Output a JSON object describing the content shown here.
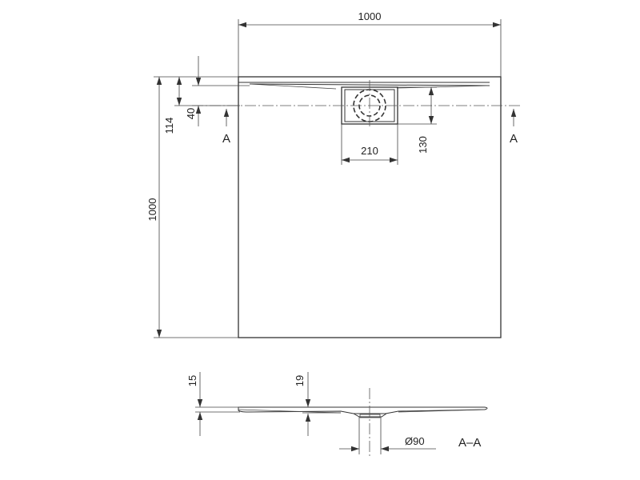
{
  "plan_view": {
    "dim_width": "1000",
    "dim_height": "1000",
    "dim_114": "114",
    "dim_40": "40",
    "dim_210": "210",
    "dim_130": "130",
    "section_marker_left": "A",
    "section_marker_right": "A"
  },
  "section_view": {
    "dim_15": "15",
    "dim_19": "19",
    "dim_diameter": "Ø90",
    "section_label": "A–A"
  }
}
